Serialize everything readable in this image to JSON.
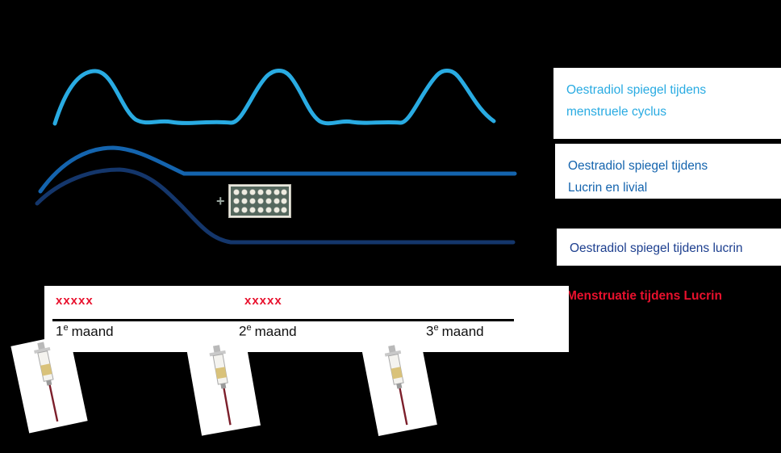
{
  "colors": {
    "background": "#000000",
    "curve_menstrual_cycle": "#29abe2",
    "curve_lucrin_livial": "#1464ae",
    "curve_lucrin": "#14366b",
    "menstruation_label": "#e8112d"
  },
  "legend": {
    "menstrual": {
      "line1": "Oestradiol spiegel tijdens",
      "line2": "menstruele cyclus"
    },
    "lucrin_livial": {
      "line1": "Oestradiol spiegel tijdens",
      "line2": "Lucrin en livial"
    },
    "lucrin": {
      "text": "Oestradiol spiegel tijdens lucrin"
    },
    "menstruation": {
      "text": "Menstruatie tijdens Lucrin"
    }
  },
  "annotations": {
    "plus": "+"
  },
  "timeline": {
    "bleeds": [
      "xxxxx",
      "xxxxx"
    ],
    "months": [
      {
        "n": "1",
        "sup": "e",
        "word": "maand"
      },
      {
        "n": "2",
        "sup": "e",
        "word": "maand"
      },
      {
        "n": "3",
        "sup": "e",
        "word": "maand"
      }
    ]
  },
  "curves": [
    {
      "name": "oestradiol-menstruele-cyclus",
      "color": "#29abe2"
    },
    {
      "name": "oestradiol-lucrin-en-livial",
      "color": "#1464ae"
    },
    {
      "name": "oestradiol-lucrin",
      "color": "#14366b"
    }
  ]
}
